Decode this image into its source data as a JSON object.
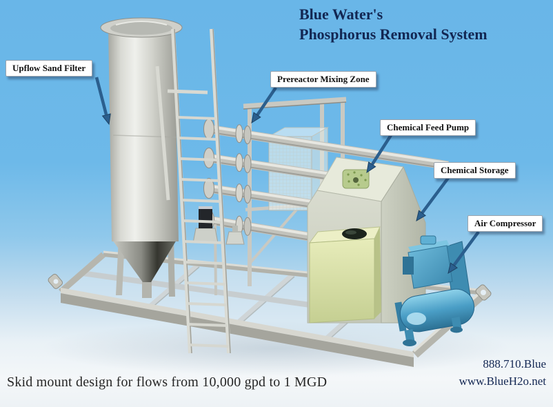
{
  "title": {
    "line1": "Blue Water's",
    "line2": "Phosphorus Removal System"
  },
  "component_labels": {
    "sand_filter": "Upflow Sand Filter",
    "mixing_zone": "Prereactor Mixing Zone",
    "feed_pump": "Chemical Feed Pump",
    "storage": "Chemical Storage",
    "compressor": "Air Compressor"
  },
  "footer": {
    "caption": "Skid mount design for flows from 10,000 gpd to 1 MGD",
    "phone": "888.710.Blue",
    "website": "www.BlueH2o.net"
  },
  "colors": {
    "sky": "#6cb8e8",
    "sky_fade": "#f2f6f8",
    "title_text": "#132753",
    "label_text": "#111111",
    "leader_arrow": "#2b5f8e",
    "metal_light": "#e8e8e2",
    "metal_mid": "#c6c6bf",
    "metal_dark": "#96968f",
    "storage_shell": "#d3d7c9",
    "chemical_tank": "#dce3ac",
    "compressor_blue": "#4a9ec6"
  }
}
